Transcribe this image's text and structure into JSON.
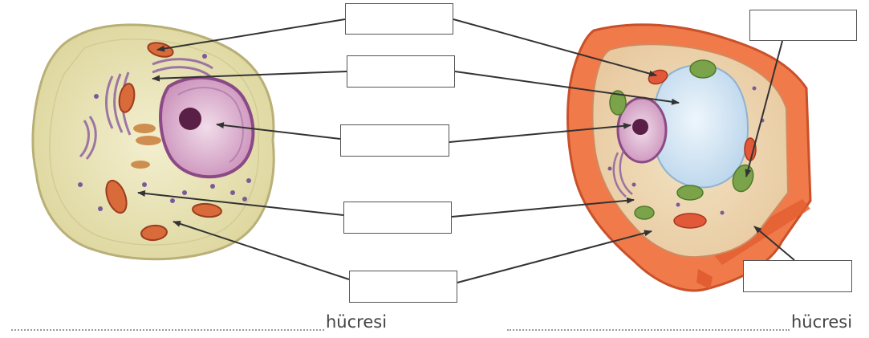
{
  "labels": {
    "left_cell_caption": "hücresi",
    "right_cell_caption": "hücresi"
  },
  "colors": {
    "animal_cytoplasm": "#e9e3b4",
    "nucleus": "#d8b4cf",
    "plant_wall": "#f0703f",
    "vacuole": "#c9dff0",
    "arrow": "#333333"
  },
  "boxes": {
    "count": 7,
    "state": "empty"
  }
}
